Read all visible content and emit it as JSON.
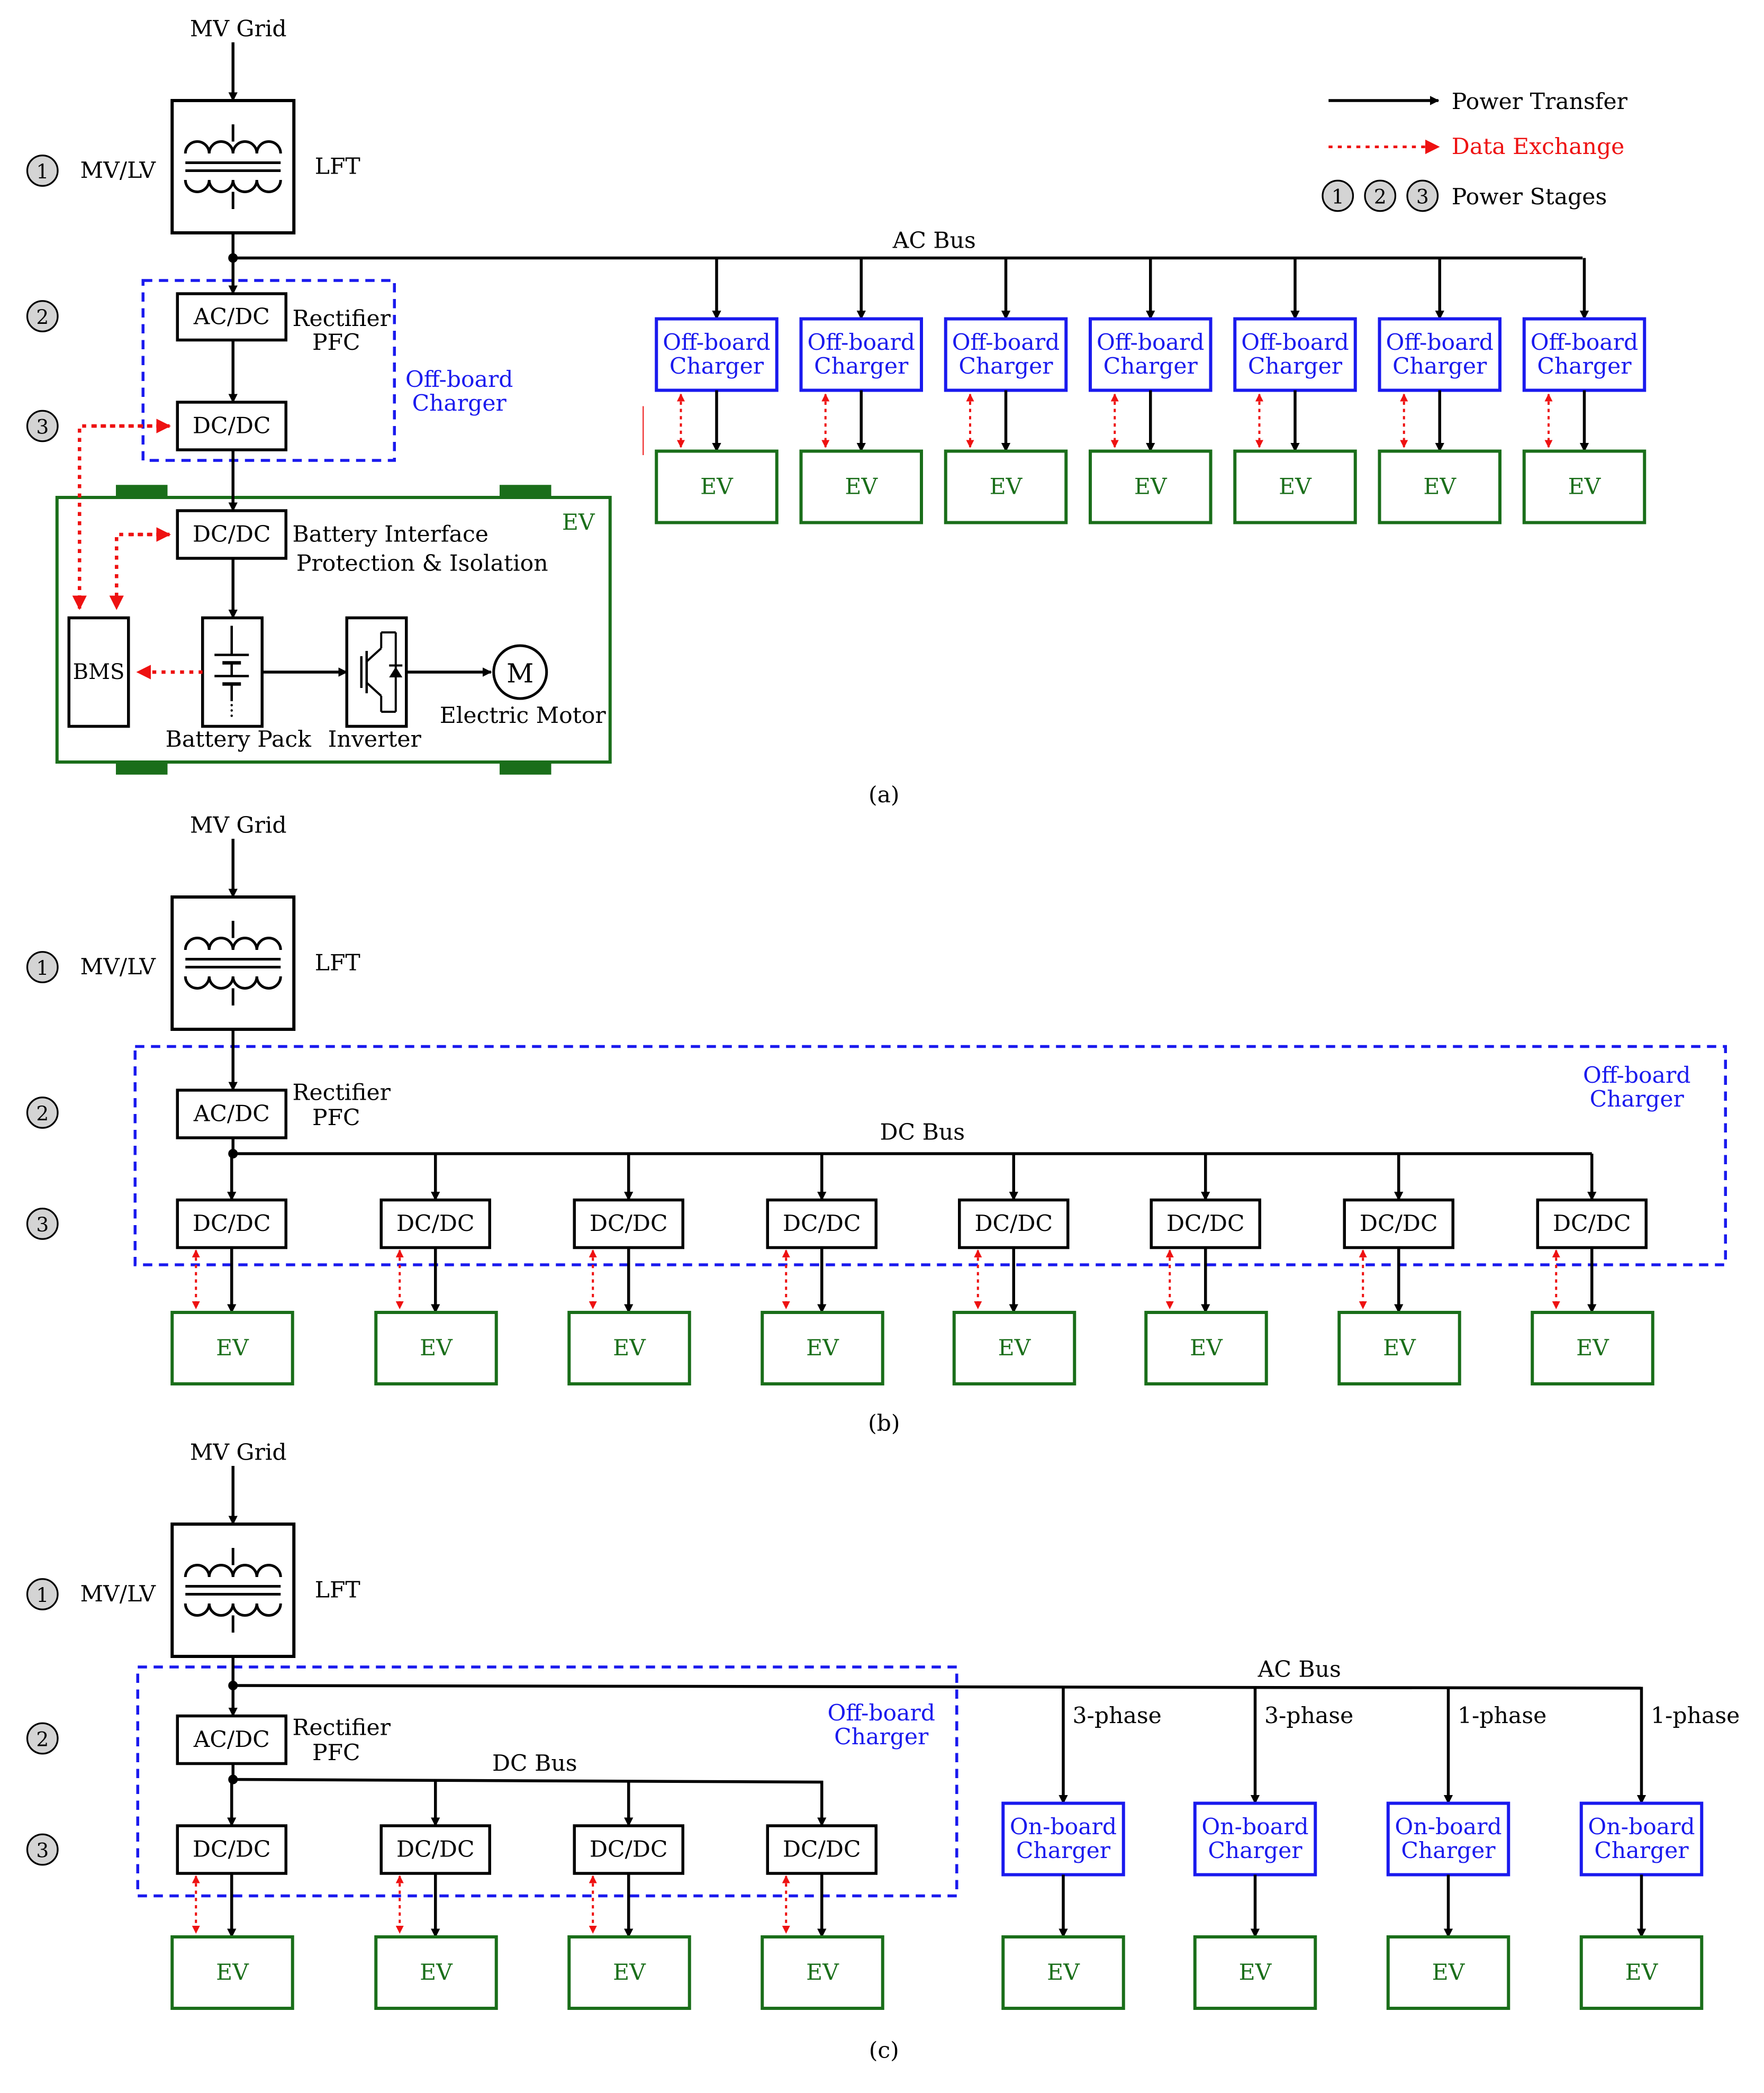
{
  "colors": {
    "power": "#000000",
    "data": "#ee1111",
    "offboard": "#1a1aee",
    "ev": "#1a6e1a",
    "stage_fill": "#d4d4d4"
  },
  "legend": {
    "power": "Power Transfer",
    "data": "Data Exchange",
    "stages": "Power Stages",
    "stage_numbers": [
      "1",
      "2",
      "3"
    ]
  },
  "labels": {
    "grid": "MV Grid",
    "transformer": "LFT",
    "mvlv": "MV/LV",
    "ac_bus": "AC Bus",
    "dc_bus": "DC Bus",
    "acdc": "AC/DC",
    "dcdc": "DC/DC",
    "rectifier": "Rectifier",
    "pfc": "PFC",
    "offboard_line1": "Off-board",
    "offboard_line2": "Charger",
    "onboard_line1": "On-board",
    "onboard_line2": "Charger",
    "ev": "EV",
    "battery_interface_1": "Battery Interface",
    "battery_interface_2": "Protection & Isolation",
    "bms": "BMS",
    "battery_pack": "Battery Pack",
    "inverter": "Inverter",
    "motor": "Electric Motor",
    "motor_symbol": "M",
    "three_phase": "3-phase",
    "one_phase": "1-phase"
  },
  "captions": [
    "(a)",
    "(b)",
    "(c)"
  ],
  "panel_a": {
    "offboard_chargers": 7
  },
  "panel_b": {
    "dcdc_converters": 8
  },
  "panel_c": {
    "dcdc_converters": 4,
    "onboard_phases": [
      "3-phase",
      "3-phase",
      "1-phase",
      "1-phase"
    ]
  }
}
